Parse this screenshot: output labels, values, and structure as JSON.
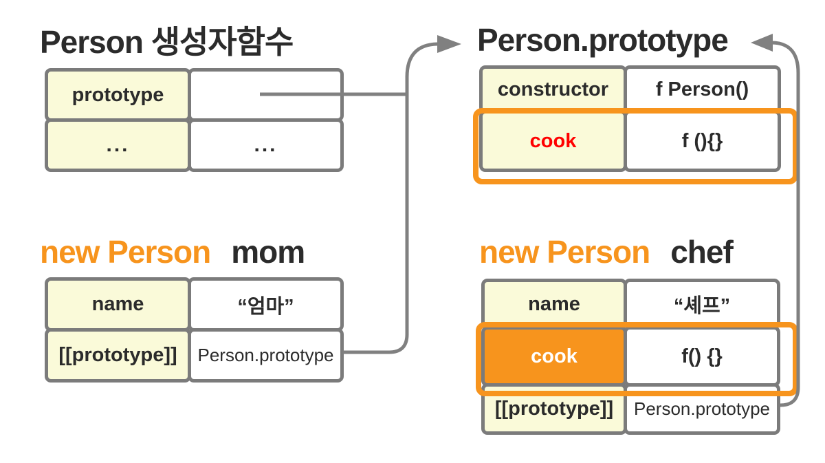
{
  "colors": {
    "accent_orange": "#f7941d",
    "highlight_red": "#ff0000",
    "line_gray": "#808080",
    "key_cell_yellow": "#fafad9",
    "text_dark": "#2b2b2b"
  },
  "tables": {
    "constructor_fn": {
      "title": "Person 생성자함수",
      "rows": [
        {
          "key": "prototype",
          "value": ""
        },
        {
          "key": "...",
          "value": "..."
        }
      ]
    },
    "person_prototype": {
      "title": "Person.prototype",
      "rows": [
        {
          "key": "constructor",
          "value": "f Person()"
        },
        {
          "key": "cook",
          "value": "f (){}"
        }
      ]
    },
    "mom": {
      "title_keyword": "new Person",
      "title_instance": "mom",
      "rows": [
        {
          "key": "name",
          "value": "“엄마”"
        },
        {
          "key": "[[prototype]]",
          "value": "Person.prototype"
        }
      ]
    },
    "chef": {
      "title_keyword": "new Person",
      "title_instance": "chef",
      "rows": [
        {
          "key": "name",
          "value": "“셰프”"
        },
        {
          "key": "cook",
          "value": "f() {}"
        },
        {
          "key": "[[prototype]]",
          "value": "Person.prototype"
        }
      ]
    }
  }
}
